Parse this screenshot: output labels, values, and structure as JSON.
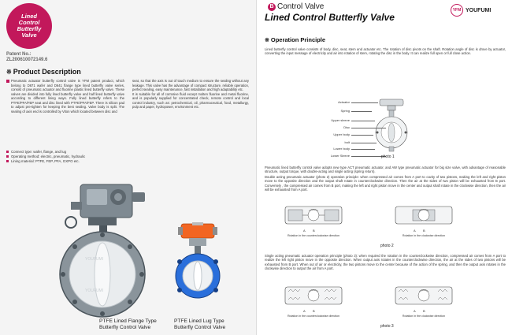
{
  "left": {
    "badge": "Lined\nControl\nButterfly\nValve",
    "patent_label": "Patent No.:",
    "patent_number": "ZL200610072149.6",
    "section_mark": "※",
    "section_title": "Product Description",
    "description_col1": "Pneumatic actuator butterfly control valve is YFM patent product, which belong to D671 wafer and D641 flange type lined butterfly valve series, consist of pneumatic actuator and fluorine plastic lined butterfly valve. These valves are divided into fully lined butterfly valve and half lined butterfly valve according to different lining ways. Fully lined butterfly refers to the PTFE/PFA/FEP seat and disc lined with PTFE/PFA/FEP. There is silicon pad to adjust pre-tighten for keeping the best sealing. Valve body is split. The sealing of axis end is controlled by Viton which located between disc and",
    "description_col2": "seat, so that the axis is out of touch medium to ensure the sealing without any leakage. This valve has the advantage of compact structure, reliable operation, perfect sealing, easy maintenance, fast installation and high adaptability etc.\nIt is suitable for all of corrosive fluid except molten fluorine and metal fluorine, and is popularly supplied for concentrated check, remote control and local control industry, such as: petrochemical, oil, pharmaceutical, food, metallurgy, pulp and paper, hydropower, environment etc.",
    "bullets": [
      "Connect type: wafer, flange, and lug",
      "Operating method: electric, pneumatic, hydraulic",
      "Lining material: PTFE, FEP, PFA, GXPO etc."
    ],
    "caption1_line1": "PTFE  Lined Flange Type",
    "caption1_line2": "Butterfly Control Valve",
    "caption2_line1": "PTFE  Lined Lug Type",
    "caption2_line2": "Butterfly Control Valve"
  },
  "right": {
    "header_letter": "B",
    "header_line1": "Control Valve",
    "header_line2": "Lined Control Butterfly Valve",
    "logo_mark": "YFM",
    "logo_text": "YOUFUMI",
    "section_mark": "※",
    "section_title": "Operation Principle",
    "intro": "Lined butterfly control valve consists of body, disc, seat, stem and actuator etc. The rotation of disc pivots on the shaft. Rotation angle of disc is drove by actuator, converting the input message of electricity and air into rotation of stem, rotating the disc in the body. It can realize full open or full close action.",
    "diagram_labels": [
      "Actuator",
      "Spring",
      "Upper sleeve",
      "Disc",
      "Upper body",
      "bolt",
      "Lower body",
      "Lower Sleeve"
    ],
    "photo1": "photo 1",
    "para2": "Pneumatic lined butterfly control valve adopts new type ACT pneumatic actuator, and AW type pneumatic actuator for big size valve, with advantage of reasonable structure, output torque, with double-acting and single acting (spring return).",
    "para3": "Double acting pneumatic actuator (photo 2) operation principle: when compressed air comes from A port to cavity of two pistons, making the left and right piston move to the opposite direction and the output shaft rotate in counterclockwise direction. Then the air at the sides of two piston will be exhausted from B port. Conversely , the compressed air comes from B port, making the left and right piston move in the center and  output shaft rotate in the clockwise direction, then the air will be exhausted from A port.",
    "rot_ccw": "Rotation in the counterclockwise direction",
    "rot_cw": "Rotation in the clockwise direction",
    "port_a": "A",
    "port_b": "B",
    "photo2": "photo 2",
    "para4": "Single acting pneumatic actuator operation principle (photo 3): when required the rotation in the counterclockwise direction, compressed air comes from A port to realize the left right piston move in the opposite direction. When output axis rotates in the counterclockwise direction, the air at the sides of two pistons will be exhausted from B port. When out of air or electricity, the two pistons move to the center because of the action of the spring, and then the output axis rotates in the clockwise direction to output the air from A port.",
    "photo3": "photo 3"
  },
  "colors": {
    "accent": "#c2185b",
    "actuator_orange": "#f26522",
    "lug_blue": "#2a6fdb"
  }
}
